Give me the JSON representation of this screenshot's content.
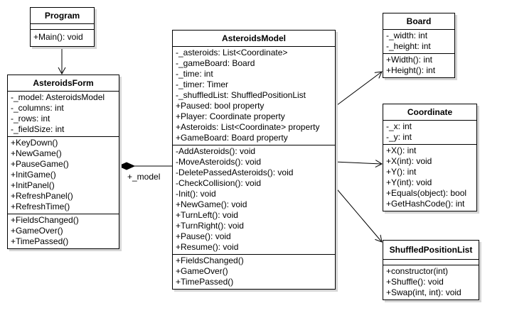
{
  "classes": {
    "program": {
      "name": "Program",
      "attributes": [],
      "methods": [
        "+Main(): void"
      ]
    },
    "asteroidsForm": {
      "name": "AsteroidsForm",
      "attributes": [
        "-_model: AsteroidsModel",
        "-_columns: int",
        "-_rows: int",
        "-_fieldSize: int"
      ],
      "methods": [
        "+KeyDown()",
        "+NewGame()",
        "+PauseGame()",
        "+InitGame()",
        "+InitPanel()",
        "+RefreshPanel()",
        "+RefreshTime()"
      ],
      "events": [
        "+FieldsChanged()",
        "+GameOver()",
        "+TimePassed()"
      ]
    },
    "asteroidsModel": {
      "name": "AsteroidsModel",
      "attributes": [
        "-_asteroids: List<Coordinate>",
        "-_gameBoard: Board",
        "-_time: int",
        "-_timer: Timer",
        "-_shuffledList: ShuffledPositionList",
        "+Paused: bool property",
        "+Player: Coordinate property",
        "+Asteroids: List<Coordinate> property",
        "+GameBoard: Board property"
      ],
      "methods": [
        "-AddAsteroids(): void",
        "-MoveAsteroids(): void",
        "-DeletePassedAsteroids(): void",
        "-CheckCollision(): void",
        "-Init(): void",
        "+NewGame(): void",
        "+TurnLeft(): void",
        "+TurnRight(): void",
        "+Pause(): void",
        "+Resume(): void"
      ],
      "events": [
        "+FieldsChanged()",
        "+GameOver()",
        "+TimePassed()"
      ]
    },
    "board": {
      "name": "Board",
      "attributes": [
        "-_width: int",
        "-_height: int"
      ],
      "methods": [
        "+Width(): int",
        "+Height(): int"
      ]
    },
    "coordinate": {
      "name": "Coordinate",
      "attributes": [
        "-_x: int",
        "-_y: int"
      ],
      "methods": [
        "+X(): int",
        "+X(int): void",
        "+Y(): int",
        "+Y(int): void",
        "+Equals(object): bool",
        "+GetHashCode(): int"
      ]
    },
    "shuffledPositionList": {
      "name": "ShuffledPositionList",
      "attributes": [],
      "methods": [
        "+constructor(int)",
        "+Shuffle(): void",
        "+Swap(int, int): void"
      ]
    }
  },
  "relations": {
    "composition_label": "+_model"
  }
}
